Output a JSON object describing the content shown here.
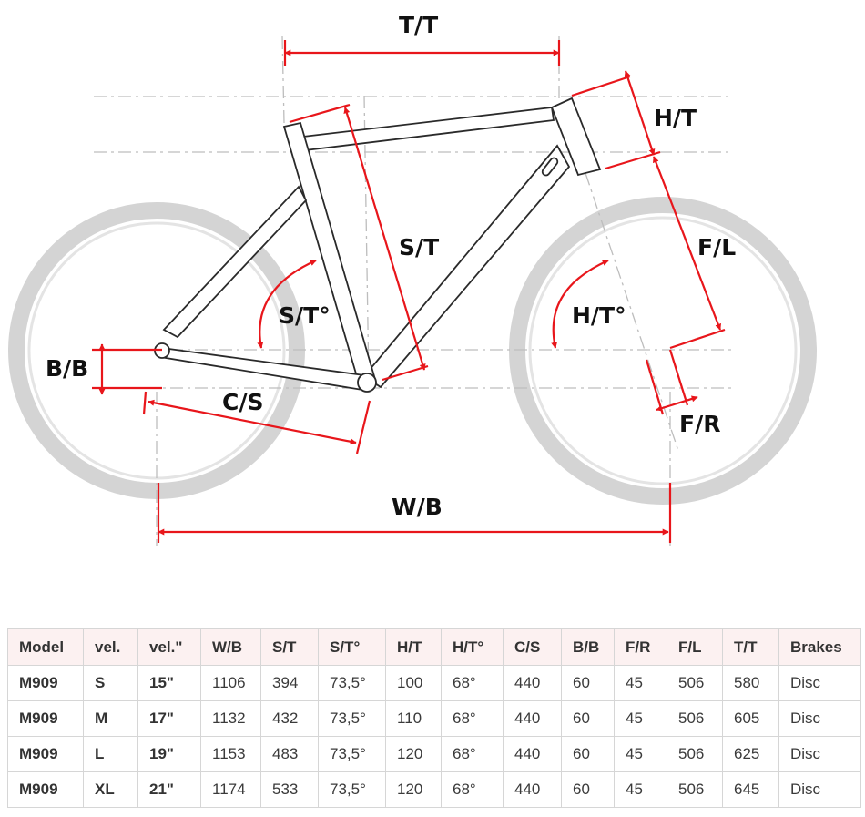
{
  "diagram": {
    "labels": {
      "tt": "T/T",
      "ht": "H/T",
      "st": "S/T",
      "fl": "F/L",
      "st_angle": "S/T°",
      "ht_angle": "H/T°",
      "bb": "B/B",
      "cs": "C/S",
      "fr": "F/R",
      "wb": "W/B"
    },
    "colors": {
      "dimension": "#e8161b",
      "frame": "#2a2a2a",
      "wheel": "#d4d4d4",
      "guide": "#bdbdbd"
    }
  },
  "table": {
    "columns": [
      "Model",
      "vel.",
      "vel.\"",
      "W/B",
      "S/T",
      "S/T°",
      "H/T",
      "H/T°",
      "C/S",
      "B/B",
      "F/R",
      "F/L",
      "T/T",
      "Brakes"
    ],
    "rows": [
      [
        "M909",
        "S",
        "15\"",
        "1106",
        "394",
        "73,5°",
        "100",
        "68°",
        "440",
        "60",
        "45",
        "506",
        "580",
        "Disc"
      ],
      [
        "M909",
        "M",
        "17\"",
        "1132",
        "432",
        "73,5°",
        "110",
        "68°",
        "440",
        "60",
        "45",
        "506",
        "605",
        "Disc"
      ],
      [
        "M909",
        "L",
        "19\"",
        "1153",
        "483",
        "73,5°",
        "120",
        "68°",
        "440",
        "60",
        "45",
        "506",
        "625",
        "Disc"
      ],
      [
        "M909",
        "XL",
        "21\"",
        "1174",
        "533",
        "73,5°",
        "120",
        "68°",
        "440",
        "60",
        "45",
        "506",
        "645",
        "Disc"
      ]
    ]
  }
}
